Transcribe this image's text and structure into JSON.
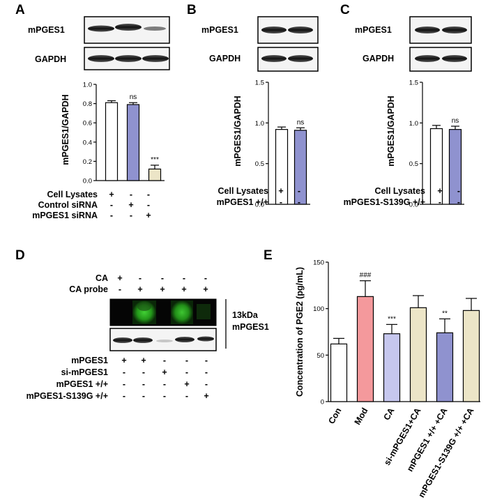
{
  "panels": {
    "A": {
      "letter": "A",
      "blot_labels": [
        "mPGES1",
        "GAPDH"
      ],
      "ylabel": "mPGES1/GAPDH",
      "yticks": [
        "0.0",
        "0.2",
        "0.4",
        "0.6",
        "0.8",
        "1.0"
      ],
      "condition_rows": [
        {
          "label": "Cell Lysates",
          "marks": [
            "+",
            "-",
            "-"
          ]
        },
        {
          "label": "Control siRNA",
          "marks": [
            "-",
            "+",
            "-"
          ]
        },
        {
          "label": "mPGES1 siRNA",
          "marks": [
            "-",
            "-",
            "+"
          ]
        }
      ],
      "significance": [
        "",
        "ns",
        "***"
      ]
    },
    "B": {
      "letter": "B",
      "blot_labels": [
        "mPGES1",
        "GAPDH"
      ],
      "ylabel": "mPGES1/GAPDH",
      "yticks": [
        "0.0",
        "0.5",
        "1.0",
        "1.5"
      ],
      "condition_rows": [
        {
          "label": "Cell Lysates",
          "marks": [
            "+",
            "-"
          ]
        },
        {
          "label": "mPGES1 +/+",
          "marks": [
            "-",
            "-"
          ]
        }
      ],
      "significance": [
        "",
        "ns"
      ]
    },
    "C": {
      "letter": "C",
      "blot_labels": [
        "mPGES1",
        "GAPDH"
      ],
      "ylabel": "mPGES1/GAPDH",
      "yticks": [
        "0.0",
        "0.5",
        "1.0",
        "1.5"
      ],
      "condition_rows": [
        {
          "label": "Cell Lysates",
          "marks": [
            "+",
            "-"
          ]
        },
        {
          "label": "mPGES1-S139G +/+",
          "marks": [
            "-",
            "-"
          ]
        }
      ],
      "significance": [
        "",
        "ns"
      ]
    },
    "D": {
      "letter": "D",
      "top_rows": [
        {
          "label": "CA",
          "marks": [
            "+",
            "-",
            "-",
            "-",
            "-"
          ]
        },
        {
          "label": "CA probe",
          "marks": [
            "-",
            "+",
            "+",
            "+",
            "+"
          ]
        }
      ],
      "side_label_1": "13kDa",
      "side_label_2": "mPGES1",
      "bottom_rows": [
        {
          "label": "mPGES1",
          "marks": [
            "+",
            "+",
            "-",
            "-",
            "-"
          ]
        },
        {
          "label": "si-mPGES1",
          "marks": [
            "-",
            "-",
            "+",
            "-",
            "-"
          ]
        },
        {
          "label": "mPGES1 +/+",
          "marks": [
            "-",
            "-",
            "-",
            "+",
            "-"
          ]
        },
        {
          "label": "mPGES1-S139G +/+",
          "marks": [
            "-",
            "-",
            "-",
            "-",
            "+"
          ]
        }
      ]
    },
    "E": {
      "letter": "E",
      "ylabel": "Concentration of PGE2 (pg/mL)",
      "yticks": [
        "0",
        "50",
        "100",
        "150"
      ],
      "significance": [
        "",
        "###",
        "***",
        "",
        "**",
        ""
      ]
    }
  },
  "chart_data": [
    {
      "panel": "A",
      "type": "bar",
      "categories": [
        "Cell Lysates",
        "Control siRNA",
        "mPGES1 siRNA"
      ],
      "values": [
        0.81,
        0.79,
        0.12
      ],
      "errors": [
        0.02,
        0.02,
        0.04
      ],
      "colors": [
        "#ffffff",
        "#8f92cf",
        "#ece5c7"
      ],
      "ylim": [
        0,
        1.0
      ],
      "ylabel": "mPGES1/GAPDH"
    },
    {
      "panel": "B",
      "type": "bar",
      "categories": [
        "Cell Lysates",
        "mPGES1 +/+"
      ],
      "values": [
        0.92,
        0.91
      ],
      "errors": [
        0.03,
        0.03
      ],
      "colors": [
        "#ffffff",
        "#8f92cf"
      ],
      "ylim": [
        0,
        1.5
      ],
      "ylabel": "mPGES1/GAPDH"
    },
    {
      "panel": "C",
      "type": "bar",
      "categories": [
        "Cell Lysates",
        "mPGES1-S139G +/+"
      ],
      "values": [
        0.93,
        0.92
      ],
      "errors": [
        0.04,
        0.04
      ],
      "colors": [
        "#ffffff",
        "#8f92cf"
      ],
      "ylim": [
        0,
        1.5
      ],
      "ylabel": "mPGES1/GAPDH"
    },
    {
      "panel": "E",
      "type": "bar",
      "categories": [
        "Con",
        "Mod",
        "CA",
        "si-mPGES1+CA",
        "mPGES1 +/+ +CA",
        "mPGES1-S139G +/+ +CA"
      ],
      "values": [
        62,
        113,
        73,
        101,
        74,
        98
      ],
      "errors": [
        6,
        17,
        10,
        13,
        15,
        13
      ],
      "colors": [
        "#ffffff",
        "#f4999c",
        "#c6c7ee",
        "#ece5c7",
        "#8f92cf",
        "#ece5c7"
      ],
      "ylim": [
        0,
        150
      ],
      "ylabel": "Concentration of PGE2 (pg/mL)"
    }
  ]
}
